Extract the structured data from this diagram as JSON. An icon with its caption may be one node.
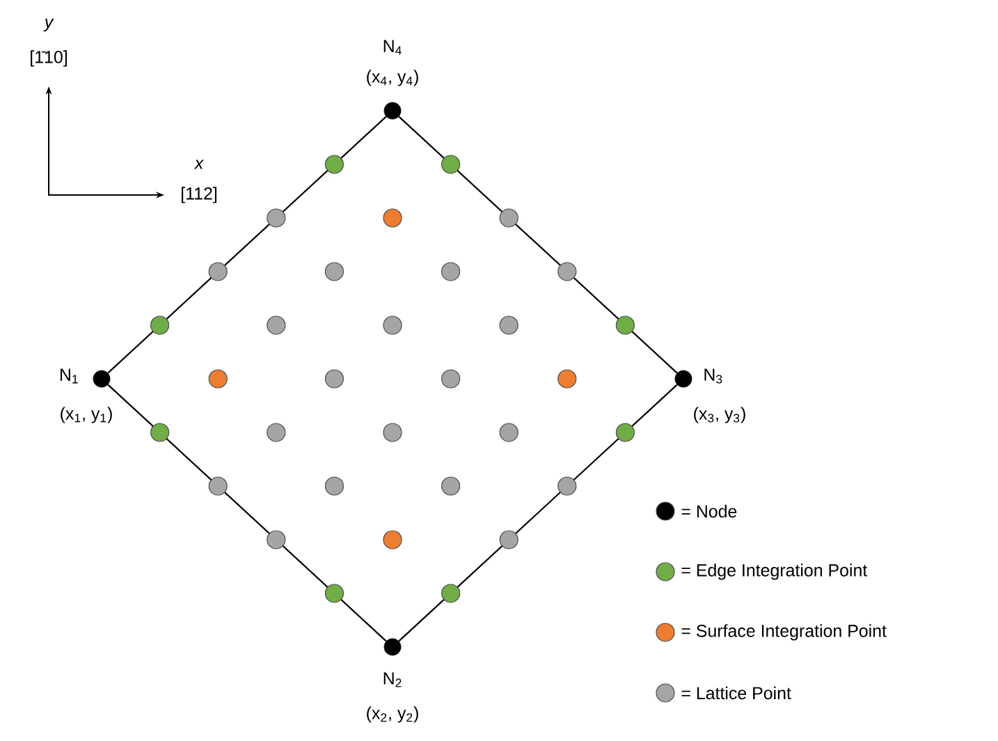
{
  "diagram": {
    "nodes": [
      {
        "text": [],
        "shape": "circle",
        "beside": [
          "N$_{4}$",
          "(x$_{4}$, y$_{4}$)"
        ]
      },
      {
        "text": [],
        "shape": "circle",
        "beside": [
          "N$_{1}$",
          "(x$_{1}$, y$_{1}$)"
        ]
      },
      {
        "text": [],
        "shape": "circle",
        "beside": [
          "N$_{3}$",
          "(x$_{3}$, y$_{3}$)"
        ]
      },
      {
        "text": [],
        "shape": "circle",
        "beside": [
          "N$_{2}$",
          "(x$_{2}$, y$_{2}$)"
        ]
      }
    ],
    "edges": [
      {
        "from": 1,
        "to": 0,
        "arrow": "none"
      },
      {
        "from": 0,
        "to": 2,
        "arrow": "none"
      },
      {
        "from": 2,
        "to": 3,
        "arrow": "none"
      },
      {
        "from": 3,
        "to": 1,
        "arrow": "none"
      }
    ],
    "labels": [
      "y",
      "[1̄10]",
      "x",
      "[112]"
    ],
    "legend": [
      {
        "text": "= Node",
        "color": "#000000"
      },
      {
        "text": "= Edge Integration Point",
        "color": "#70ad47"
      },
      {
        "text": "= Surface Integration Point",
        "color": "#ed7d31"
      },
      {
        "text": "= Lattice Point",
        "color": "#a5a5a5"
      }
    ]
  }
}
